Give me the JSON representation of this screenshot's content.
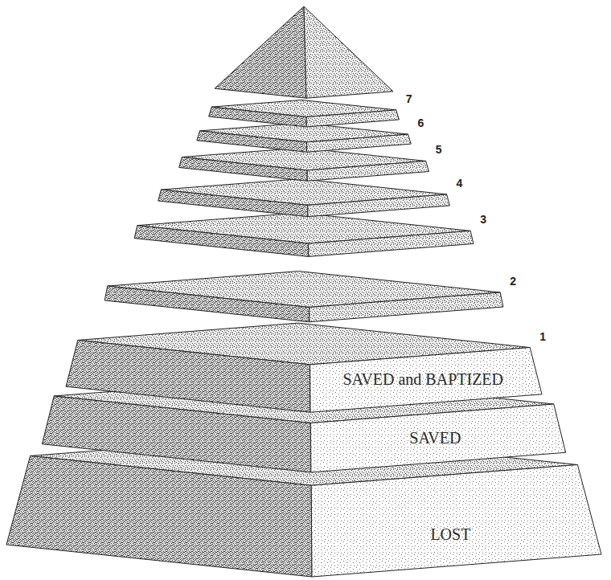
{
  "diagram": {
    "nodes": [
      {
        "text": [
          "SAVED and BAPTIZED"
        ]
      },
      {
        "text": [
          "SAVED"
        ]
      },
      {
        "text": [
          "LOST"
        ]
      }
    ],
    "labels": [
      "7",
      "6",
      "5",
      "4",
      "3",
      "2",
      "1"
    ]
  }
}
